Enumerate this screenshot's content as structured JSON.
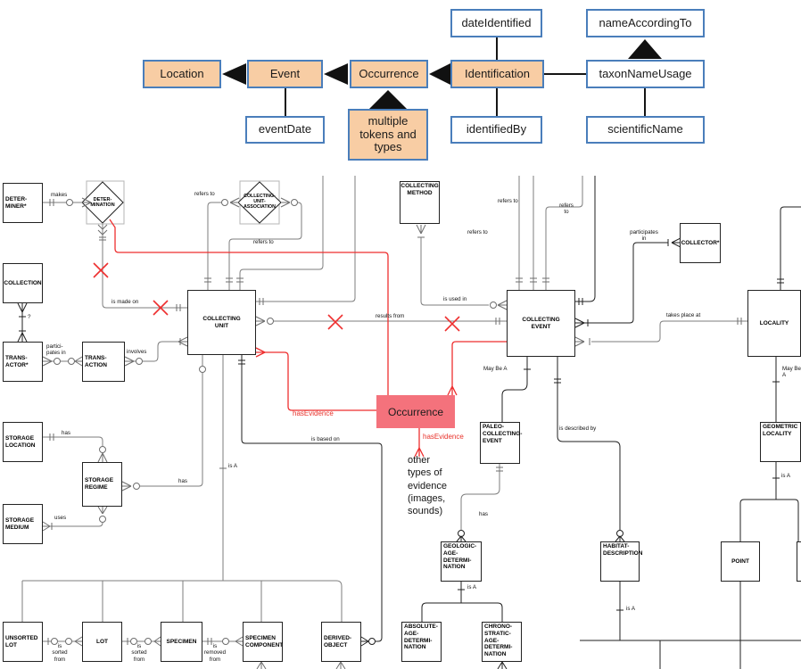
{
  "colors": {
    "flow_box_border": "#4A7EBB",
    "flow_accent_fill": "#F8CDA4",
    "highlight_fill": "#F4727C",
    "red_line": "#EE2F2F",
    "gray_line": "#7D7D7D",
    "black_line": "#1F1F1F"
  },
  "flow": {
    "boxes": [
      {
        "label": "dateIdentified"
      },
      {
        "label": "nameAccordingTo"
      },
      {
        "label": "Location"
      },
      {
        "label": "Event"
      },
      {
        "label": "Occurrence"
      },
      {
        "label": "Identification"
      },
      {
        "label": "taxonNameUsage"
      },
      {
        "label": "eventDate"
      },
      {
        "label": "multiple tokens and types"
      },
      {
        "label": "identifiedBy"
      },
      {
        "label": "scientificName"
      }
    ]
  },
  "er": {
    "highlight": {
      "label": "Occurrence"
    },
    "entities": [
      {
        "label": "DETER-\nMINER*"
      },
      {
        "label": "DETER-\nMINATION"
      },
      {
        "label": "COLLECTING-\nUNIT-\nASSOCIATION"
      },
      {
        "label": "COLLECTING\nMETHOD"
      },
      {
        "label": "COLLECTOR*"
      },
      {
        "label": "COLLECTION"
      },
      {
        "label": "TRANS-\nACTOR*"
      },
      {
        "label": "TRANS-\nACTION"
      },
      {
        "label": "COLLECTING\nUNIT"
      },
      {
        "label": "COLLECTING\nEVENT"
      },
      {
        "label": "LOCALITY"
      },
      {
        "label": "STORAGE\nLOCATION"
      },
      {
        "label": "STORAGE\nREGIME"
      },
      {
        "label": "STORAGE\nMEDIUM"
      },
      {
        "label": "PALEO-\nCOLLECTING-\nEVENT"
      },
      {
        "label": "GEOMETRIC\nLOCALITY"
      },
      {
        "label": "GEOLOGIC-\nAGE-DETERMI-\nNATION"
      },
      {
        "label": "HABITAT-\nDESCRIPTION"
      },
      {
        "label": "POINT"
      },
      {
        "label": "UNSORTED\nLOT"
      },
      {
        "label": "LOT"
      },
      {
        "label": "SPECIMEN"
      },
      {
        "label": "SPECIMEN\nCOMPONENT"
      },
      {
        "label": "DERIVED-\nOBJECT"
      },
      {
        "label": "ABSOLUTE-\nAGE-DETERMI-\nNATION"
      },
      {
        "label": "CHRONO-\nSTRATIC-AGE-\nDETERMI-\nNATION"
      }
    ],
    "labels": [
      {
        "text": "makes"
      },
      {
        "text": "refers to"
      },
      {
        "text": "refers to"
      },
      {
        "text": "refers to"
      },
      {
        "text": "refers to"
      },
      {
        "text": "refers\nto"
      },
      {
        "text": "participates\nin"
      },
      {
        "text": "is made on"
      },
      {
        "text": "partici-\npates in"
      },
      {
        "text": "involves"
      },
      {
        "text": "is used in"
      },
      {
        "text": "results from"
      },
      {
        "text": "takes place at"
      },
      {
        "text": "May Be A"
      },
      {
        "text": "May Be A"
      },
      {
        "text": "?"
      },
      {
        "text": "hasEvidence"
      },
      {
        "text": "hasEvidence"
      },
      {
        "text": "is based on"
      },
      {
        "text": "is described by"
      },
      {
        "text": "has"
      },
      {
        "text": "has"
      },
      {
        "text": "has"
      },
      {
        "text": "uses"
      },
      {
        "text": "is A"
      },
      {
        "text": "is A"
      },
      {
        "text": "is A"
      },
      {
        "text": "is A"
      },
      {
        "text": "is\nsorted\nfrom"
      },
      {
        "text": "is\nsorted\nfrom"
      },
      {
        "text": "is\nremoved\nfrom"
      },
      {
        "text": "other\ntypes of\nevidence\n(images,\nsounds)"
      }
    ]
  }
}
